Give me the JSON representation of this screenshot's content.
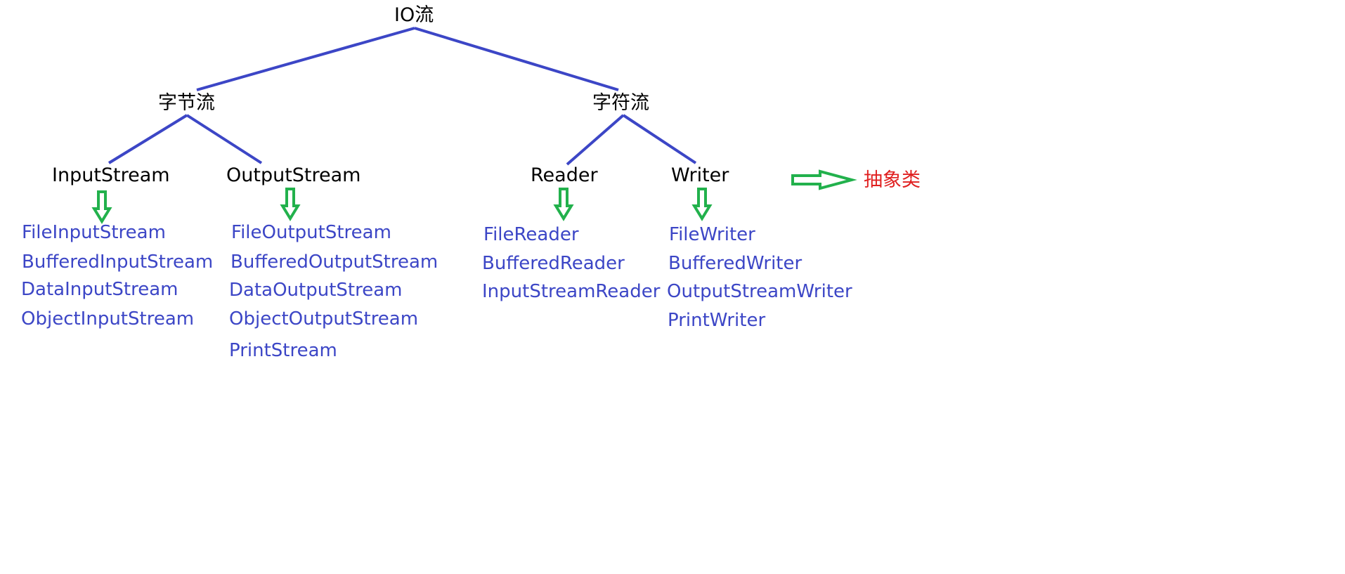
{
  "colors": {
    "tree_line": "#3c46c6",
    "arrow": "#22b14c",
    "concrete_class": "#3c46c6",
    "legend_label": "#e02020",
    "node_text": "#000000"
  },
  "root": {
    "label": "IO流"
  },
  "categories": [
    {
      "label": "字节流"
    },
    {
      "label": "字符流"
    }
  ],
  "abstract_classes": [
    {
      "label": "InputStream",
      "subclasses": [
        "FileInputStream",
        "BufferedInputStream",
        "DataInputStream",
        "ObjectInputStream"
      ]
    },
    {
      "label": "OutputStream",
      "subclasses": [
        "FileOutputStream",
        "BufferedOutputStream",
        "DataOutputStream",
        "ObjectOutputStream",
        "PrintStream"
      ]
    },
    {
      "label": "Reader",
      "subclasses": [
        "FileReader",
        "BufferedReader",
        "InputStreamReader"
      ]
    },
    {
      "label": "Writer",
      "subclasses": [
        "FileWriter",
        "BufferedWriter",
        "OutputStreamWriter",
        "PrintWriter"
      ]
    }
  ],
  "legend": {
    "icon": "right-arrow-icon",
    "label": "抽象类"
  }
}
